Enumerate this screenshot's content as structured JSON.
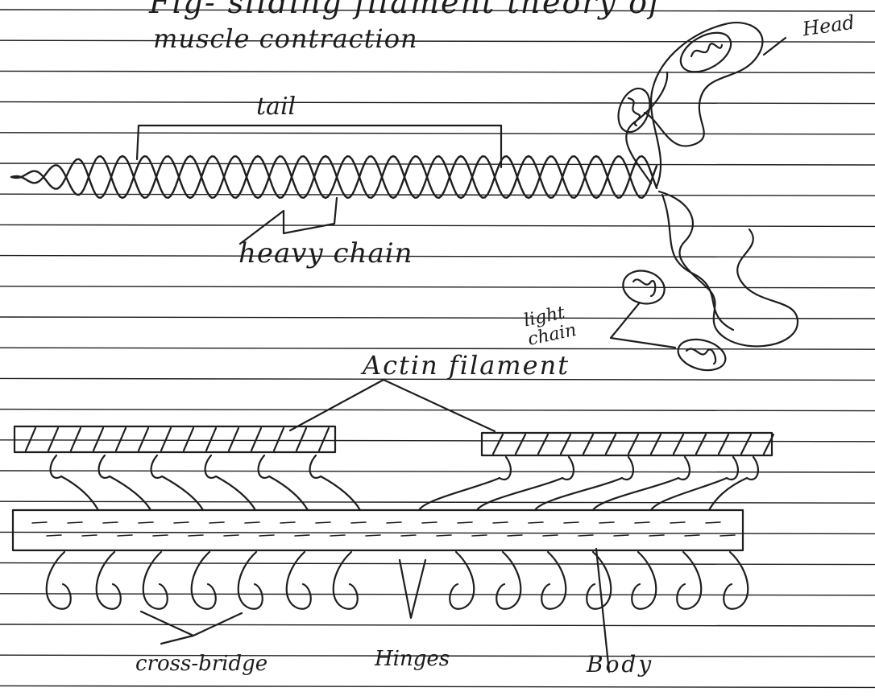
{
  "title": {
    "line1": "Fig- sliding filament theory of",
    "line2": "muscle contraction"
  },
  "myosin_molecule": {
    "tail_label": "tail",
    "heavy_chain_label": "heavy chain",
    "light_chain_label": "light chain",
    "head_label": "Head"
  },
  "filament_diagram": {
    "actin_label": "Actin filament",
    "cross_bridge_label": "cross-bridge",
    "hinges_label": "Hinges",
    "body_label": "Body"
  },
  "colors": {
    "ink": "#1e1e1e",
    "ruled_line": "#1a1a1a",
    "paper": "#ffffff"
  }
}
